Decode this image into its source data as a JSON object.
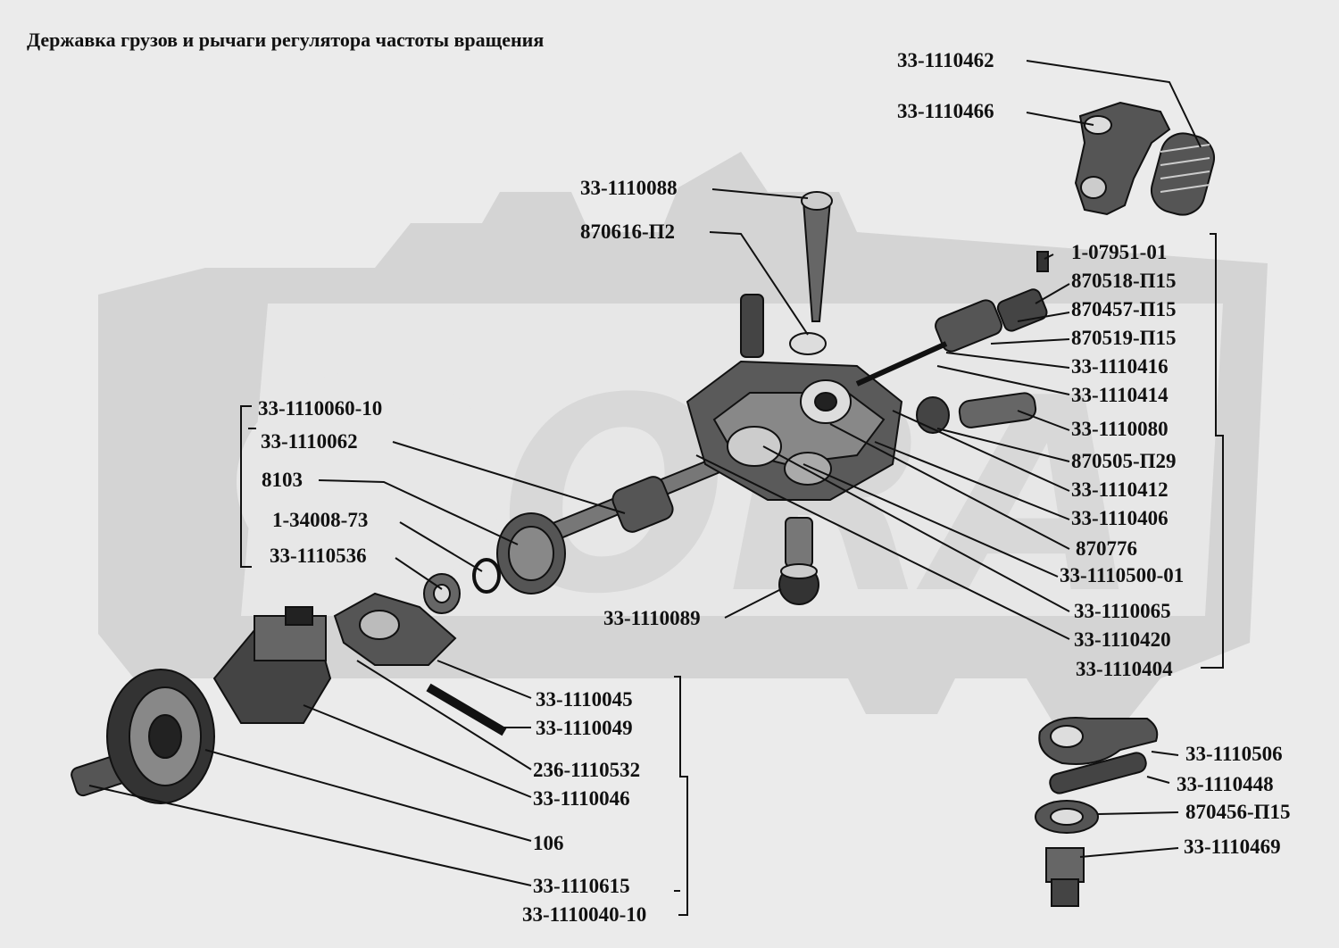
{
  "title": "Державка грузов и рычаги регулятора частоты вращения",
  "watermark": {
    "text": "ORA",
    "color": "#d3d3d3"
  },
  "colors": {
    "ink": "#111111",
    "paper": "#ebebeb",
    "part": "#6e6e6e",
    "part_light": "#cfcfcf"
  },
  "labels": {
    "l_1110462": "33-1110462",
    "l_1110466": "33-1110466",
    "l_1110088": "33-1110088",
    "l_870616": "870616-П2",
    "l_107951": "1-07951-01",
    "l_870518": "870518-П15",
    "l_870457": "870457-П15",
    "l_870519": "870519-П15",
    "l_1110416": "33-1110416",
    "l_1110414": "33-1110414",
    "l_1110080": "33-1110080",
    "l_870505": "870505-П29",
    "l_1110412": "33-1110412",
    "l_1110406": "33-1110406",
    "l_870776": "870776",
    "l_1110500": "33-1110500-01",
    "l_1110065": "33-1110065",
    "l_1110420": "33-1110420",
    "l_1110404": "33-1110404",
    "l_1110060": "33-1110060-10",
    "l_1110062": "33-1110062",
    "l_8103": "8103",
    "l_134008": "1-34008-73",
    "l_1110536": "33-1110536",
    "l_1110089": "33-1110089",
    "l_1110045": "33-1110045",
    "l_1110049": "33-1110049",
    "l_236": "236-1110532",
    "l_1110046": "33-1110046",
    "l_106": "106",
    "l_1110615": "33-1110615",
    "l_1110040": "33-1110040-10",
    "l_1110506": "33-1110506",
    "l_1110448": "33-1110448",
    "l_870456": "870456-П15",
    "l_1110469": "33-1110469"
  }
}
